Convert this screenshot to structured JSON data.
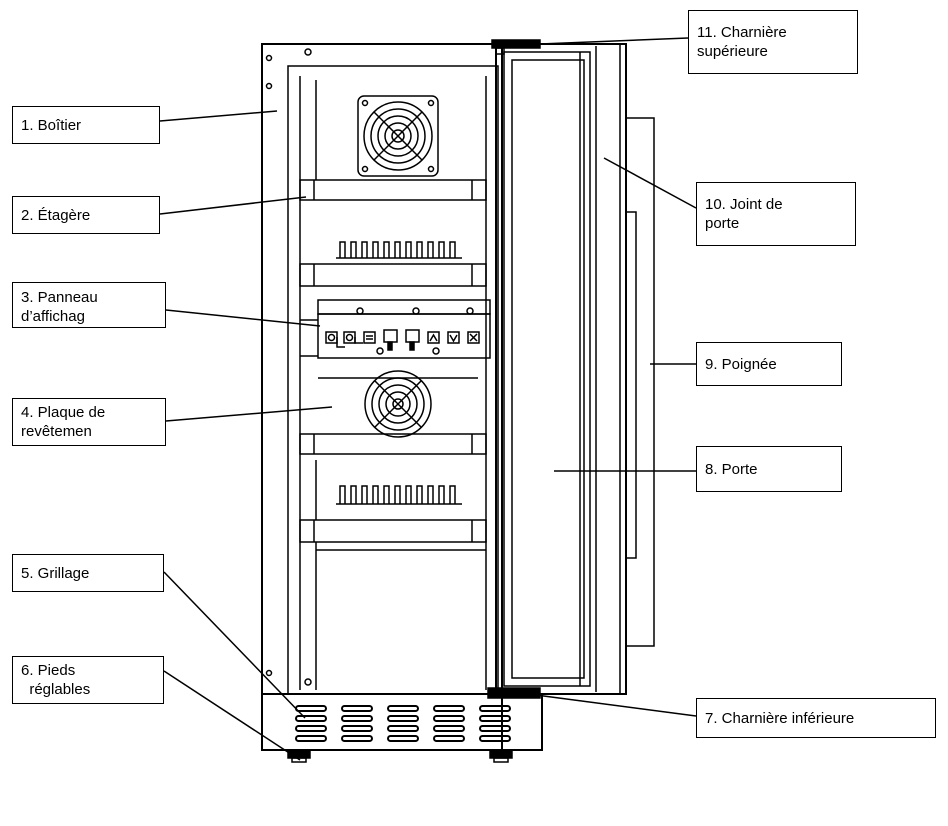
{
  "labels": [
    {
      "id": "1",
      "line1": "1.  Boîtier",
      "line2": ""
    },
    {
      "id": "2",
      "line1": "2. Étagère",
      "line2": ""
    },
    {
      "id": "3",
      "line1": "3. Panneau",
      "line2": "d’affichag"
    },
    {
      "id": "4",
      "line1": "4. Plaque de",
      "line2": "revêtemen"
    },
    {
      "id": "5",
      "line1": "5. Grillage",
      "line2": ""
    },
    {
      "id": "6",
      "line1": "6. Pieds",
      "line2": "  réglables"
    },
    {
      "id": "7",
      "line1": "7. Charnière inférieure",
      "line2": ""
    },
    {
      "id": "8",
      "line1": "8. Porte",
      "line2": ""
    },
    {
      "id": "9",
      "line1": "9. Poignée",
      "line2": ""
    },
    {
      "id": "10",
      "line1": "10. Joint de",
      "line2": "porte"
    },
    {
      "id": "11",
      "line1": "11. Charnière",
      "line2": "supérieure"
    }
  ],
  "colors": {
    "line": "#000000",
    "background": "#ffffff"
  }
}
